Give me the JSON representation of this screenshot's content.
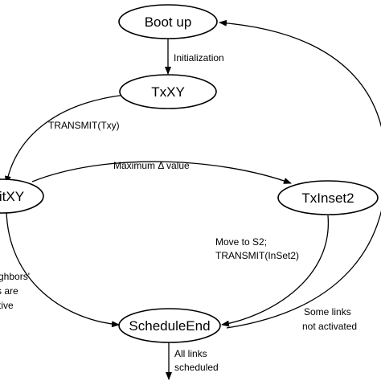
{
  "diagram": {
    "states": {
      "boot": "Boot up",
      "txxy": "TxXY",
      "waitxy": "WaitXY",
      "txinset2": "TxInset2",
      "schedule_end": "ScheduleEnd"
    },
    "transitions": {
      "initialization": "Initialization",
      "transmit_txy": "TRANSMIT(Txy)",
      "max_delta": "Maximum Δ value",
      "move_to_s2": [
        "Move to S2;",
        "TRANSMIT(InSet2)"
      ],
      "neighbors_inactive": [
        "Neighbors'",
        "links are",
        "inactive"
      ],
      "some_links_not_activated": [
        "Some links",
        "not activated"
      ],
      "all_links_scheduled": [
        "All links",
        "scheduled"
      ]
    }
  }
}
